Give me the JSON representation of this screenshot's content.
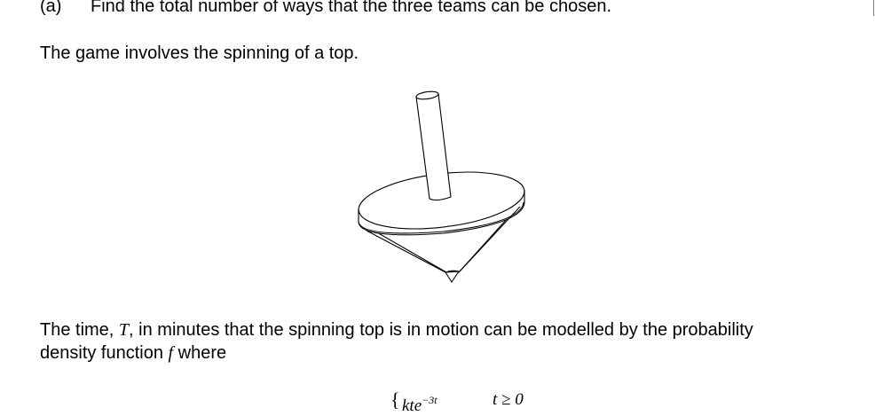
{
  "question": {
    "part_label": "(a)",
    "part_text": "Find the total number of ways that the three teams can be chosen."
  },
  "intro": {
    "text": "The game involves the spinning of a top."
  },
  "figure": {
    "caption_name": "spinning-top"
  },
  "description": {
    "line1_pre": "The time, ",
    "line1_var": "T",
    "line1_post": ", in minutes that the spinning top is in motion can be modelled by the probability",
    "line2_pre": "density function ",
    "line2_var": "f",
    "line2_post": " where"
  },
  "piecewise": {
    "brace": "{",
    "expr_base": "kte",
    "expr_exp": "−3t",
    "condition": "t ≥ 0"
  }
}
